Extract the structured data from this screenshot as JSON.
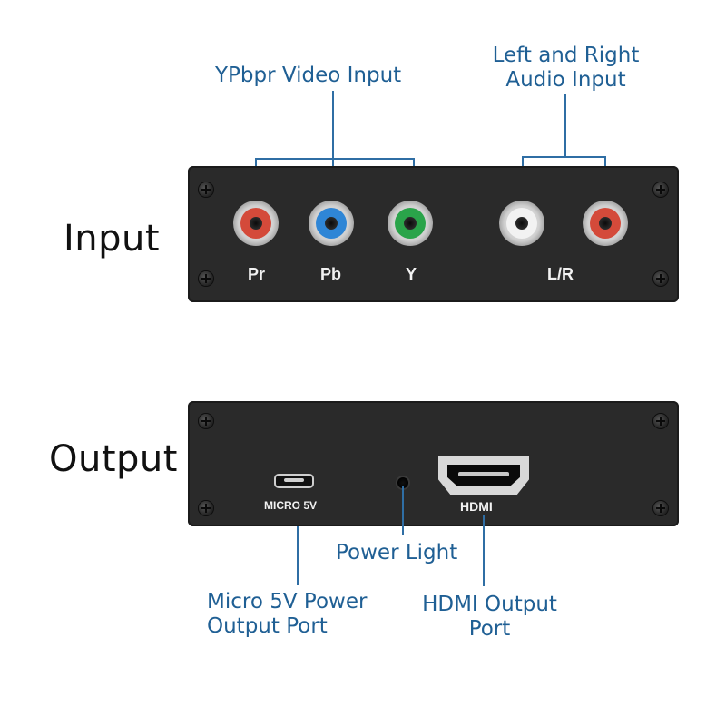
{
  "sections": {
    "input_label": "Input",
    "output_label": "Output"
  },
  "input_panel": {
    "ports": [
      {
        "label": "Pr",
        "ring_color": "#d44a3a"
      },
      {
        "label": "Pb",
        "ring_color": "#2f86d6"
      },
      {
        "label": "Y",
        "ring_color": "#2aa44a"
      }
    ],
    "audio": {
      "label": "L/R",
      "left_ring_color": "#f2f2f2",
      "right_ring_color": "#d44a3a"
    }
  },
  "output_panel": {
    "micro_label": "MICRO 5V",
    "hdmi_label": "HDMI"
  },
  "callouts": {
    "ypbpr": "YPbpr Video Input",
    "audio_line1": "Left and Right",
    "audio_line2": "Audio Input",
    "power_light": "Power Light",
    "micro_line1": "Micro 5V Power",
    "micro_line2": "Output Port",
    "hdmi_line1": "HDMI Output",
    "hdmi_line2": "Port"
  },
  "colors": {
    "callout_text": "#1f5f94",
    "callout_line": "#2f6ea4",
    "panel": "#2a2a2a"
  }
}
